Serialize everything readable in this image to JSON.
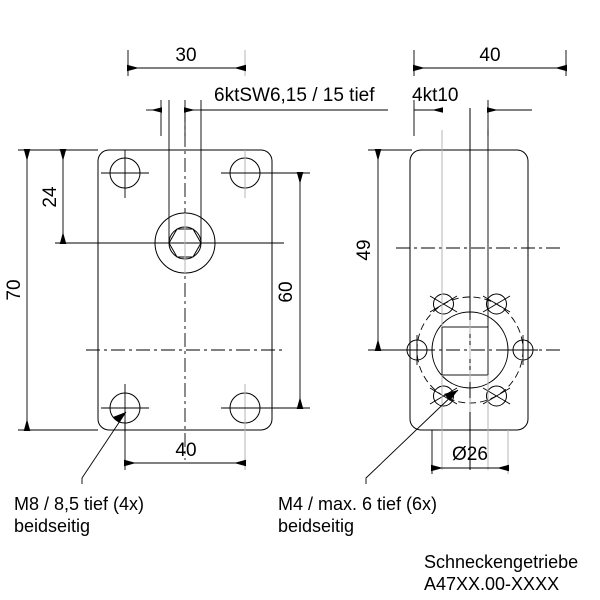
{
  "drawing": {
    "title_block": {
      "line1": "Schneckengetriebe",
      "line2": "A47XX.00-XXXX"
    },
    "notes": [
      {
        "id": "m8-note",
        "line1": "M8 / 8,5 tief (4x)",
        "line2": "beidseitig"
      },
      {
        "id": "m4-note",
        "line1": "M4 / max. 6 tief (6x)",
        "line2": "beidseitig"
      }
    ],
    "views": {
      "front": {
        "name": "front-view",
        "dimensions": {
          "width_30": "30",
          "width_40": "40",
          "height_70": "70",
          "height_24": "24",
          "height_60": "60",
          "hex_note": "6ktSW6,15 / 15 tief"
        }
      },
      "side": {
        "name": "side-view",
        "dimensions": {
          "width_40": "40",
          "height_49": "49",
          "square_note": "4kt10",
          "diameter_26": "Ø26"
        }
      }
    },
    "colors": {
      "line": "#000000",
      "hidden": "#b4b4b4",
      "background": "#ffffff"
    }
  }
}
